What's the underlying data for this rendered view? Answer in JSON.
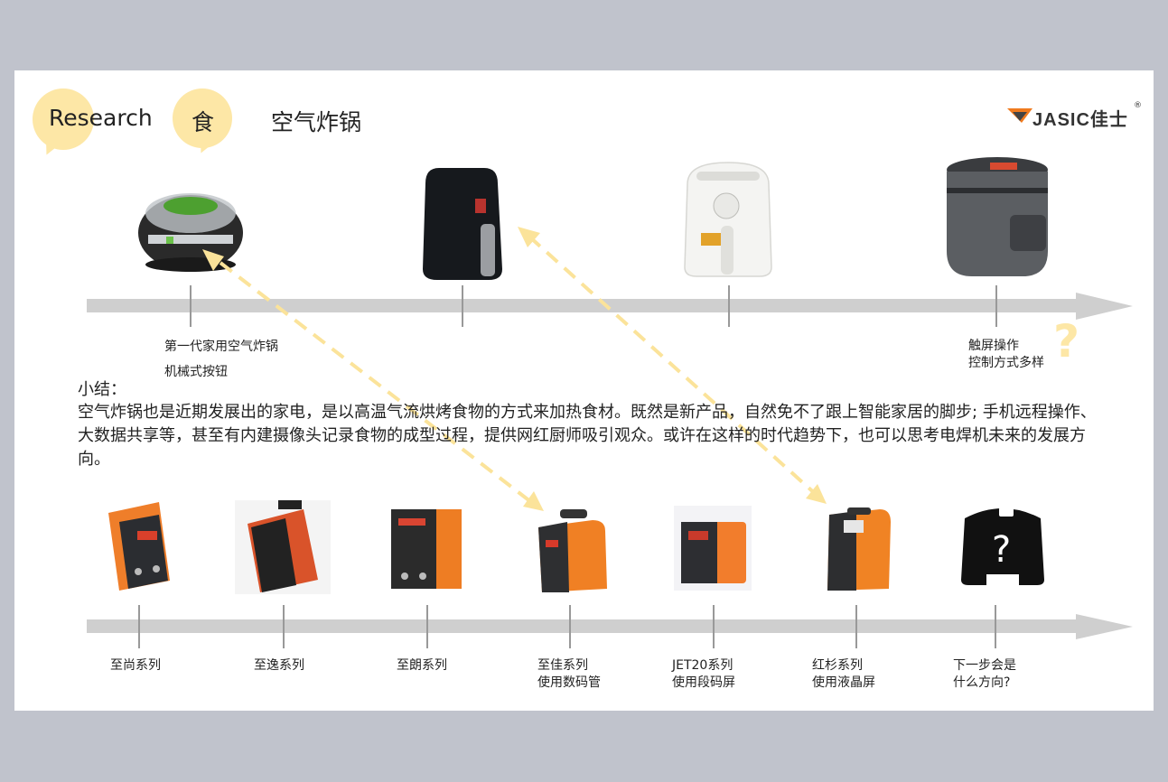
{
  "header": {
    "research_label": "Research",
    "food_label": "食",
    "title": "空气炸锅"
  },
  "logo": {
    "brand_text": "JASIC佳士",
    "registered_mark": "®"
  },
  "air_fryer_timeline": {
    "items": [
      {
        "name": "gen1",
        "caption_lines": [
          "第一代家用空气炸锅",
          "机械式按钮"
        ]
      },
      {
        "name": "philips",
        "caption_lines": []
      },
      {
        "name": "white",
        "caption_lines": []
      },
      {
        "name": "smart",
        "caption_lines": [
          "触屏操作",
          "控制方式多样"
        ]
      }
    ],
    "question_mark": "?"
  },
  "summary": {
    "heading": "小结：",
    "body": "空气炸锅也是近期发展出的家电，是以高温气流烘烤食物的方式来加热食材。既然是新产品，自然免不了跟上智能家居的脚步; 手机远程操作、大数据共享等，甚至有内建摄像头记录食物的成型过程，提供网红厨师吸引观众。或许在这样的时代趋势下，也可以思考电焊机未来的发展方向。"
  },
  "welder_timeline": {
    "items": [
      {
        "caption_lines": [
          "至尚系列"
        ]
      },
      {
        "caption_lines": [
          "至逸系列"
        ]
      },
      {
        "caption_lines": [
          "至朗系列"
        ]
      },
      {
        "caption_lines": [
          "至佳系列",
          "使用数码管"
        ]
      },
      {
        "caption_lines": [
          "JET20系列",
          "使用段码屏"
        ]
      },
      {
        "caption_lines": [
          "红杉系列",
          "使用液晶屏"
        ]
      },
      {
        "caption_lines": [
          "下一步会是",
          "什么方向?"
        ]
      }
    ],
    "unknown_mark": "?"
  },
  "colors": {
    "bubble": "#fde7a6",
    "arrow": "#fbe39a",
    "timeline": "#cfcfcf",
    "orange": "#f07a1e"
  }
}
